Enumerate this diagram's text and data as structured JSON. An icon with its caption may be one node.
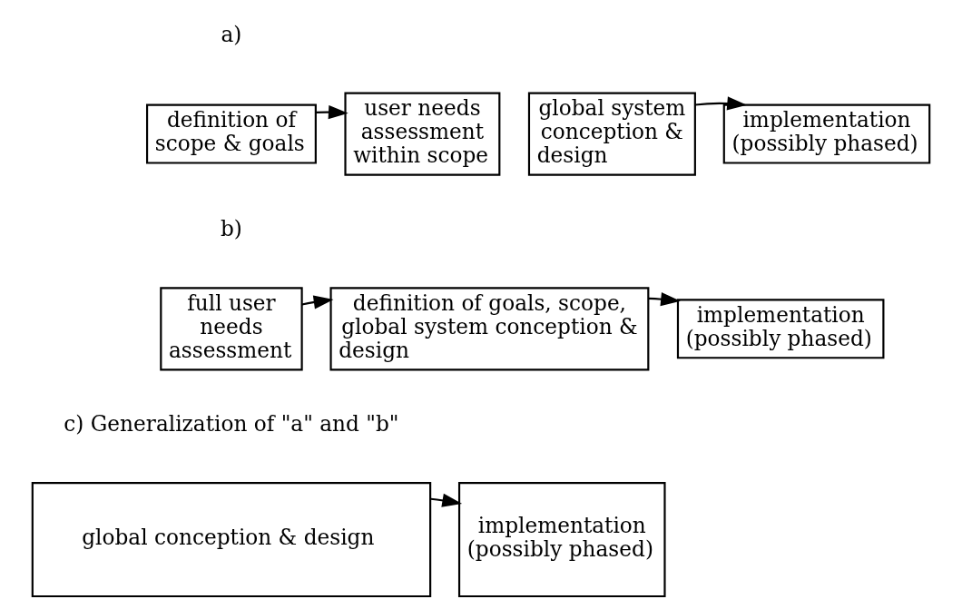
{
  "diagram": {
    "nodes": [
      {
        "text": [
          "definition of scope & goals"
        ]
      },
      {
        "text": [
          "user needs assessment within scope"
        ]
      },
      {
        "text": [
          "global system conception & design"
        ]
      },
      {
        "text": [
          "implementation (possibly phased)"
        ]
      },
      {
        "text": [
          "full user needs assessment"
        ]
      },
      {
        "text": [
          "definition of goals, scope, global system conception & design"
        ]
      },
      {
        "text": [
          "implementation (possibly phased)"
        ]
      },
      {
        "text": [
          "global conception & design"
        ]
      },
      {
        "text": [
          "implementation (possibly phased)"
        ]
      }
    ],
    "edges": [
      {
        "from": 0,
        "to": 1,
        "arrow": "to"
      },
      {
        "from": 2,
        "to": 3,
        "arrow": "to"
      },
      {
        "from": 4,
        "to": 5,
        "arrow": "to"
      },
      {
        "from": 5,
        "to": 6,
        "arrow": "to"
      },
      {
        "from": 7,
        "to": 8,
        "arrow": "to"
      }
    ],
    "labels": [
      "a)",
      "b)",
      "c) Generalization of \"a\" and \"b\""
    ]
  }
}
